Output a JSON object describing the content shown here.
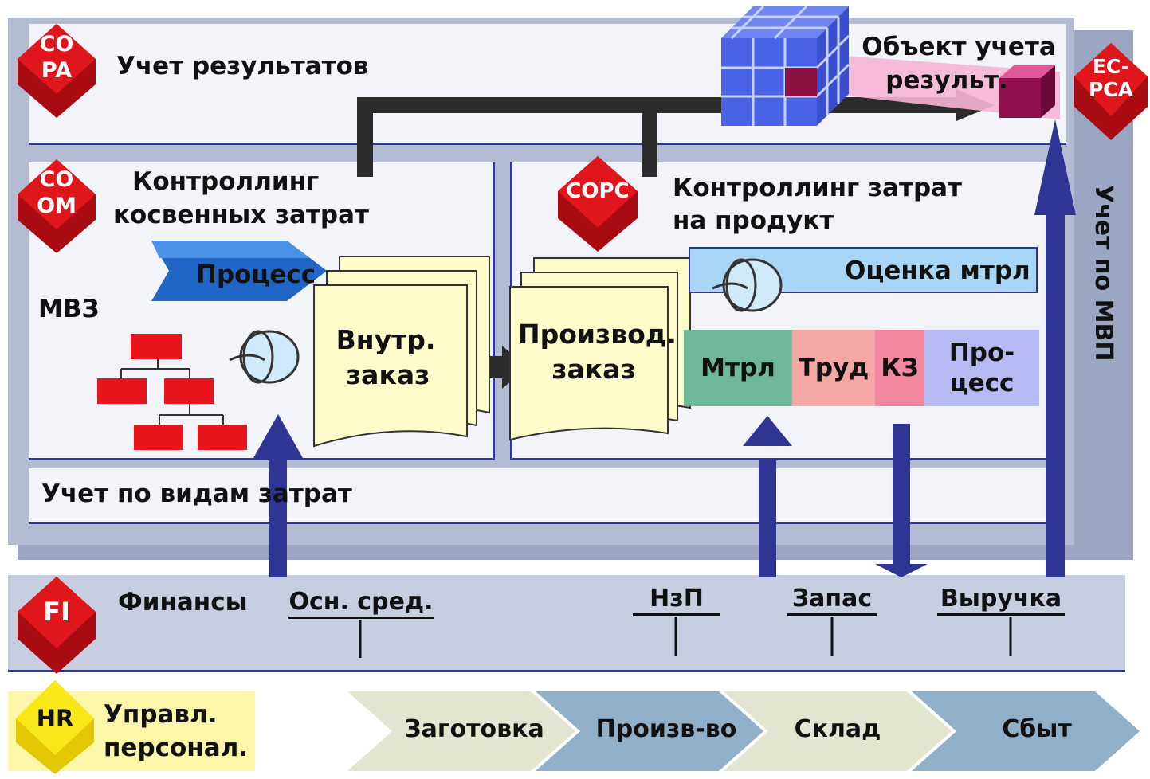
{
  "copa": {
    "badge_line1": "CO",
    "badge_line2": "PA",
    "title": "Учет результатов"
  },
  "result_object": {
    "line1": "Объект учета",
    "line2": "результ."
  },
  "ecpca": {
    "badge_line1": "EC-",
    "badge_line2": "PCA"
  },
  "coom": {
    "badge_line1": "CO",
    "badge_line2": "OM",
    "title_line1": "Контроллинг",
    "title_line2": "косвенных затрат",
    "cost_center_label": "МВЗ"
  },
  "process_arrow": {
    "label": "Процесс"
  },
  "internal_order": {
    "line1": "Внутр.",
    "line2": "заказ"
  },
  "copc": {
    "badge": "COPC",
    "title_line1": "Контроллинг затрат",
    "title_line2": "на продукт"
  },
  "production_order": {
    "line1": "Производ.",
    "line2": "заказ"
  },
  "material_valuation": {
    "label": "Оценка мтрл"
  },
  "cost_components": [
    {
      "label": "Мтрл",
      "color": "#6fb89a"
    },
    {
      "label": "Труд",
      "color": "#f4a7a3"
    },
    {
      "label": "КЗ",
      "color": "#f3879f"
    },
    {
      "label_line1": "Про-",
      "label_line2": "цесс",
      "color": "#b7b9f2"
    }
  ],
  "cost_element_accounting": {
    "label": "Учет по видам затрат"
  },
  "profit_center_accounting": {
    "label": "Учет по МВП"
  },
  "fi": {
    "badge": "FI",
    "title": "Финансы"
  },
  "fi_accounts": [
    "Осн. сред.",
    "НзП",
    "Запас",
    "Выручка"
  ],
  "hr": {
    "badge": "HR",
    "line1": "Управл.",
    "line2": "персонал."
  },
  "value_chain": [
    "Заготовка",
    "Произв-во",
    "Склад",
    "Сбыт"
  ],
  "colors": {
    "frame": "#b4bcd4",
    "panel_bg": "#f2f4f9",
    "dark_blue": "#2e3592",
    "gem_red": "#e0161d",
    "doc_fill": "#fdfbc9",
    "valuation_bar": "#a9d6f6",
    "fi_bar": "#c6cee0",
    "chevron_light": "#e2e5cf",
    "chevron_blue": "#8fb0c8",
    "hr_yellow": "#fbf6a8"
  }
}
